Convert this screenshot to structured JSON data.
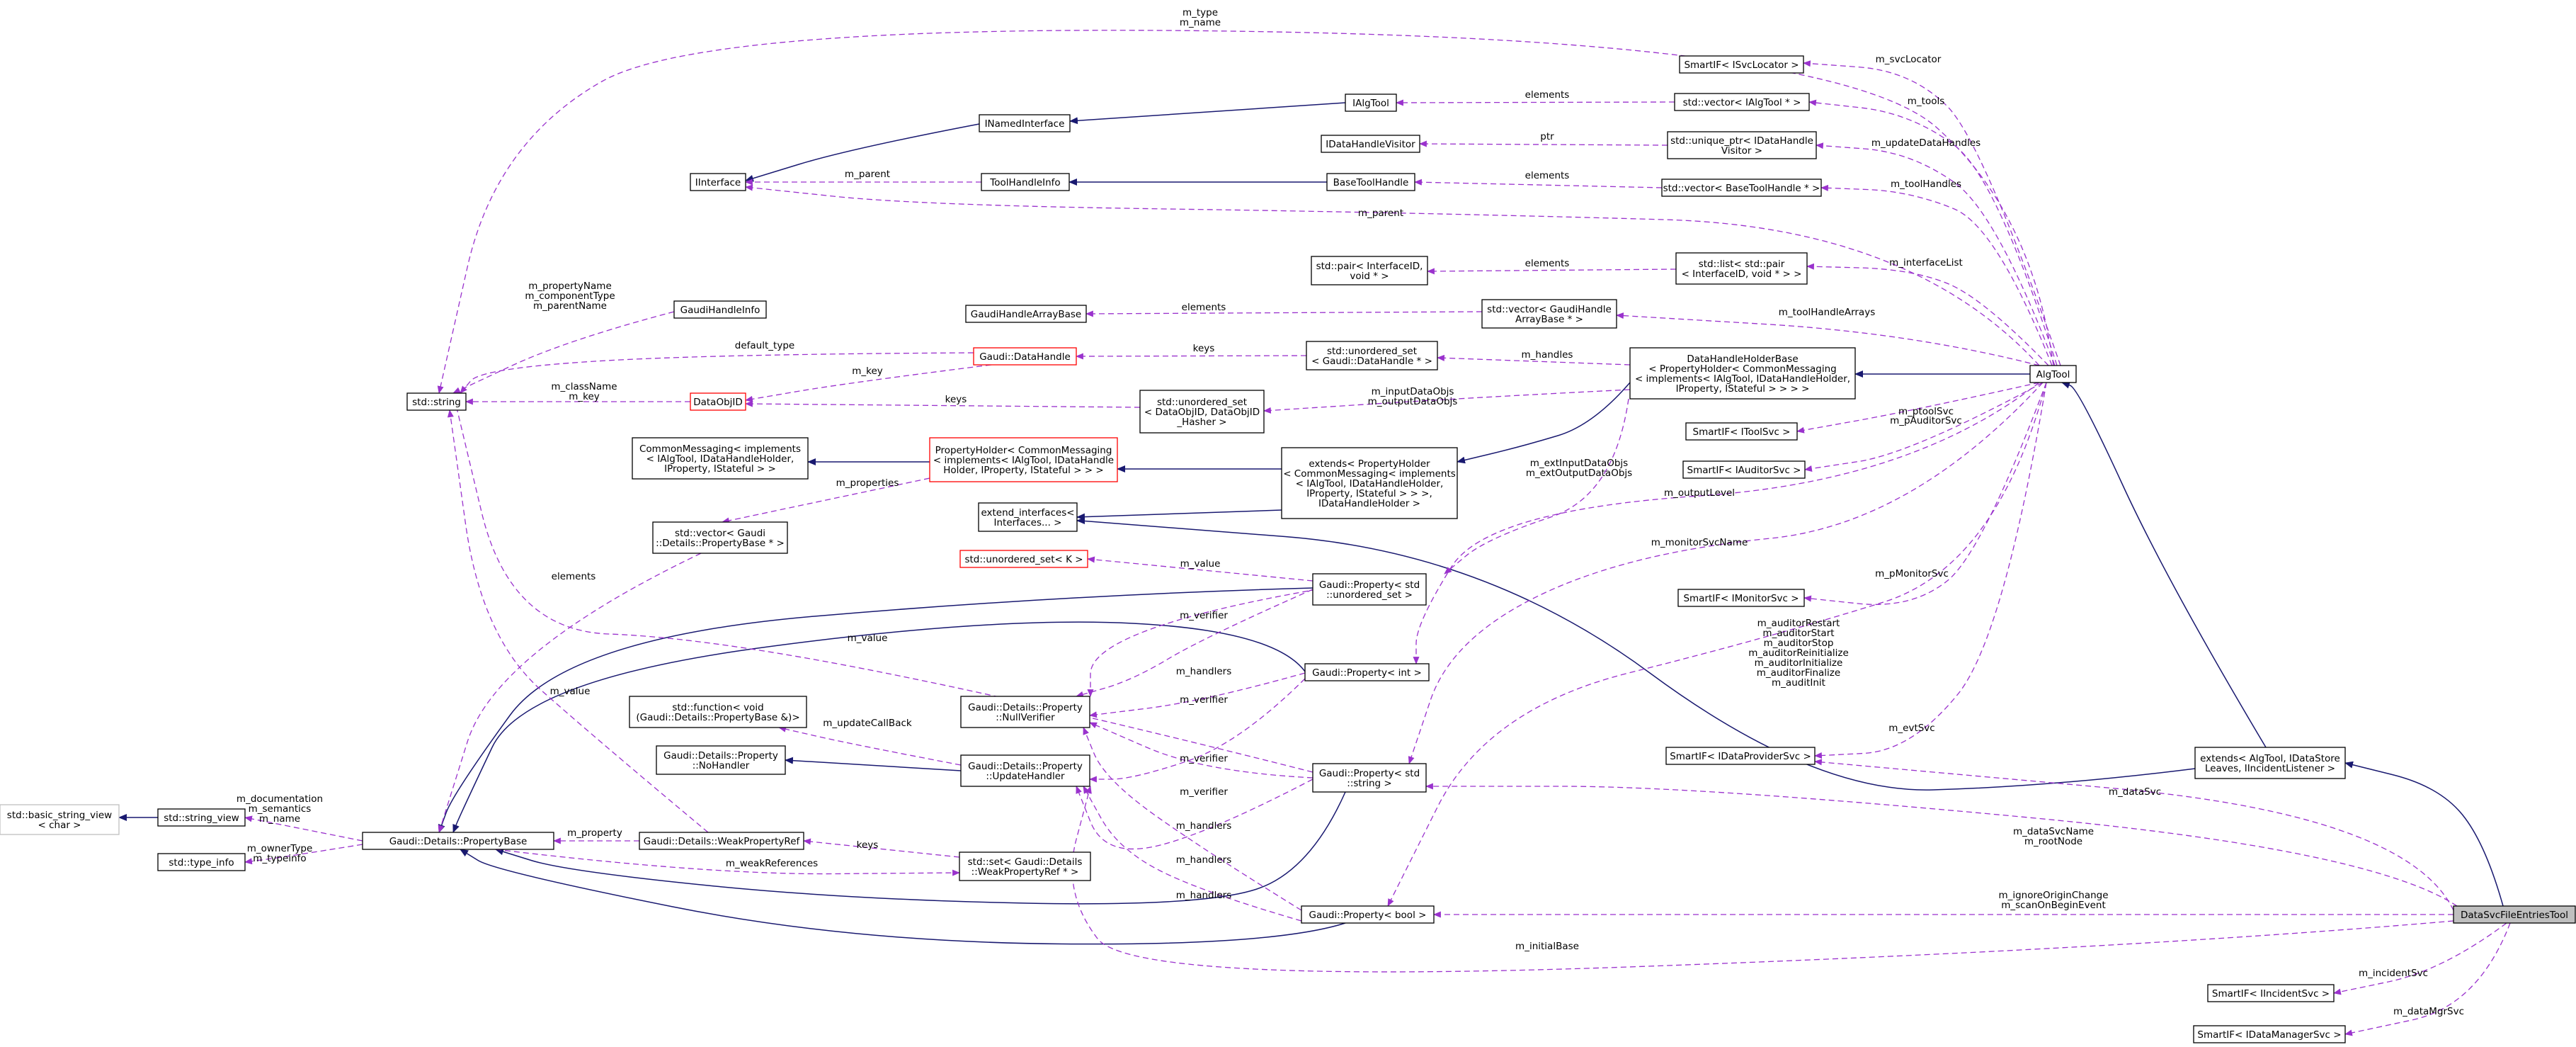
{
  "colors": {
    "inheritance_edge": "#191970",
    "usage_edge": "#9a32cd",
    "template_node_border": "#ff0000",
    "external_node_border": "#bfbfbf",
    "highlighted_node_fill": "#bfbfbf"
  },
  "nodes": {
    "datasvc": [
      "DataSvcFileEntriesTool"
    ],
    "algtool": [
      "AlgTool"
    ],
    "extends_algtool": [
      "extends< AlgTool, IDataStore",
      "Leaves, IIncidentListener >"
    ],
    "datahandleholderbase": [
      "DataHandleHolderBase",
      "< PropertyHolder< CommonMessaging",
      "< implements< IAlgTool, IDataHandleHolder,",
      "IProperty, IStateful > > > >"
    ],
    "extends_propholder": [
      "extends< PropertyHolder",
      "< CommonMessaging< implements",
      "< IAlgTool, IDataHandleHolder,",
      "IProperty, IStateful > > >,",
      "IDataHandleHolder >"
    ],
    "propertyholder": [
      "PropertyHolder< CommonMessaging",
      "< implements< IAlgTool, IDataHandle",
      "Holder, IProperty, IStateful > > >"
    ],
    "commonmessaging": [
      "CommonMessaging< implements",
      "< IAlgTool, IDataHandleHolder,",
      "IProperty, IStateful > >"
    ],
    "extend_interfaces": [
      "extend_interfaces<",
      "Interfaces... >"
    ],
    "inamedinterface": [
      "INamedInterface"
    ],
    "iinterface": [
      "IInterface"
    ],
    "ialgtool": [
      "IAlgTool"
    ],
    "vec_ialgtool": [
      "std::vector< IAlgTool * >"
    ],
    "smartif_isvclocator": [
      "SmartIF< ISvcLocator >"
    ],
    "idatahandlevisitor": [
      "IDataHandleVisitor"
    ],
    "uniqueptr": [
      "std::unique_ptr< IDataHandle",
      "Visitor >"
    ],
    "toolhandleinfo": [
      "ToolHandleInfo"
    ],
    "basetoolhandle": [
      "BaseToolHandle"
    ],
    "vec_basetoolhandle": [
      "std::vector< BaseToolHandle * >"
    ],
    "pair": [
      "std::pair< InterfaceID,",
      "void * >"
    ],
    "list_pair": [
      "std::list< std::pair",
      "< InterfaceID, void * > >"
    ],
    "gaudihandleinfo": [
      "GaudiHandleInfo"
    ],
    "gaudihandlearraybase": [
      "GaudiHandleArrayBase"
    ],
    "vec_gaudihandlearraybase": [
      "std::vector< GaudiHandle",
      "ArrayBase * >"
    ],
    "gaudi_datahandle": [
      "Gaudi::DataHandle"
    ],
    "uset_datahandle": [
      "std::unordered_set",
      "< Gaudi::DataHandle * >"
    ],
    "dataobjid": [
      "DataObjID"
    ],
    "uset_dataobjid": [
      "std::unordered_set",
      "< DataObjID, DataObjID",
      "_Hasher >"
    ],
    "std_string": [
      "std::string"
    ],
    "smartif_itoolsvc": [
      "SmartIF< IToolSvc >"
    ],
    "smartif_iauditorsvc": [
      "SmartIF< IAuditorSvc >"
    ],
    "smartif_imonitorsvc": [
      "SmartIF< IMonitorSvc >"
    ],
    "smartif_idataprovidersvc": [
      "SmartIF< IDataProviderSvc >"
    ],
    "smartif_iincidentsvc": [
      "SmartIF< IIncidentSvc >"
    ],
    "smartif_idatamanagersvc": [
      "SmartIF< IDataManagerSvc >"
    ],
    "vec_propertybase": [
      "std::vector< Gaudi",
      "::Details::PropertyBase * >"
    ],
    "uset_k": [
      "std::unordered_set< K >"
    ],
    "prop_uset": [
      "Gaudi::Property< std",
      "::unordered_set >"
    ],
    "prop_int": [
      "Gaudi::Property< int >"
    ],
    "prop_string": [
      "Gaudi::Property< std",
      "::string >"
    ],
    "prop_bool": [
      "Gaudi::Property< bool >"
    ],
    "nullverifier": [
      "Gaudi::Details::Property",
      "::NullVerifier"
    ],
    "updatehandler": [
      "Gaudi::Details::Property",
      "::UpdateHandler"
    ],
    "nohandler": [
      "Gaudi::Details::Property",
      "::NoHandler"
    ],
    "std_function": [
      "std::function< void",
      "(Gaudi::Details::PropertyBase &)>"
    ],
    "propertybase": [
      "Gaudi::Details::PropertyBase"
    ],
    "weakpropertyref": [
      "Gaudi::Details::WeakPropertyRef"
    ],
    "set_weakref": [
      "std::set< Gaudi::Details",
      "::WeakPropertyRef * >"
    ],
    "basic_string_view": [
      "std::basic_string_view",
      "< char >"
    ],
    "string_view": [
      "std::string_view"
    ],
    "type_info": [
      "std::type_info"
    ]
  },
  "edge_labels": {
    "m_type_name": [
      "m_type",
      "m_name"
    ],
    "m_svclocator": [
      "m_svcLocator"
    ],
    "m_tools": [
      "m_tools"
    ],
    "elements_ialgtool": [
      "elements"
    ],
    "ptr": [
      "ptr"
    ],
    "m_updatedatahandles": [
      "m_updateDataHandles"
    ],
    "m_parent_toolhandleinfo": [
      "m_parent"
    ],
    "elements_basetoolhandle": [
      "elements"
    ],
    "m_toolhandles": [
      "m_toolHandles"
    ],
    "m_parent_algtool": [
      "m_parent"
    ],
    "elements_pair": [
      "elements"
    ],
    "m_interfacelist": [
      "m_interfaceList"
    ],
    "m_propertyname": [
      "m_propertyName",
      "m_componentType",
      "m_parentName"
    ],
    "elements_gaudihandle": [
      "elements"
    ],
    "m_toolhandlearrays": [
      "m_toolHandleArrays"
    ],
    "default_type": [
      "default_type"
    ],
    "keys_datahandle": [
      "keys"
    ],
    "m_handles": [
      "m_handles"
    ],
    "m_key_dataobjid": [
      "m_key"
    ],
    "m_classname": [
      "m_className",
      "m_key"
    ],
    "keys_dataobjid": [
      "keys"
    ],
    "m_inputdataobjs": [
      "m_inputDataObjs",
      "m_outputDataObjs"
    ],
    "m_ptoolsvc": [
      "m_ptoolSvc"
    ],
    "m_extinputdataobjs": [
      "m_extInputDataObjs",
      "m_extOutputDataObjs"
    ],
    "m_pauditorsvc": [
      "m_pAuditorSvc"
    ],
    "m_properties": [
      "m_properties"
    ],
    "m_outputlevel": [
      "m_outputLevel"
    ],
    "m_value_uset": [
      "m_value"
    ],
    "m_monitorsvcname": [
      "m_monitorSvcName"
    ],
    "elements_propbase": [
      "elements"
    ],
    "m_pmonitorsvc": [
      "m_pMonitorSvc"
    ],
    "m_verifier_1": [
      "m_verifier"
    ],
    "m_value_string": [
      "m_value"
    ],
    "m_auditors": [
      "m_auditorRestart",
      "m_auditorStart",
      "m_auditorStop",
      "m_auditorReinitialize",
      "m_auditorInitialize",
      "m_auditorFinalize",
      "m_auditInit"
    ],
    "m_value_weak": [
      "m_value"
    ],
    "m_handlers_1": [
      "m_handlers"
    ],
    "m_verifier_2": [
      "m_verifier"
    ],
    "m_updatecallback": [
      "m_updateCallBack"
    ],
    "m_evtsvc": [
      "m_evtSvc"
    ],
    "m_verifier_3": [
      "m_verifier"
    ],
    "m_documentation": [
      "m_documentation",
      "m_semantics",
      "m_name"
    ],
    "m_verifier_4": [
      "m_verifier"
    ],
    "m_datasvc": [
      "m_dataSvc"
    ],
    "m_handlers_2": [
      "m_handlers"
    ],
    "m_datasvcname": [
      "m_dataSvcName",
      "m_rootNode"
    ],
    "m_property": [
      "m_property"
    ],
    "keys_weakref": [
      "keys"
    ],
    "m_ownertype": [
      "m_ownerType",
      "m_typeinfo"
    ],
    "m_weakreferences": [
      "m_weakReferences"
    ],
    "m_handlers_3": [
      "m_handlers"
    ],
    "m_handlers_4": [
      "m_handlers"
    ],
    "m_ignoreoriginchange": [
      "m_ignoreOriginChange",
      "m_scanOnBeginEvent"
    ],
    "m_initialbase": [
      "m_initialBase"
    ],
    "m_incidentsvc": [
      "m_incidentSvc"
    ],
    "m_datamgrsvc": [
      "m_dataMgrSvc"
    ]
  }
}
